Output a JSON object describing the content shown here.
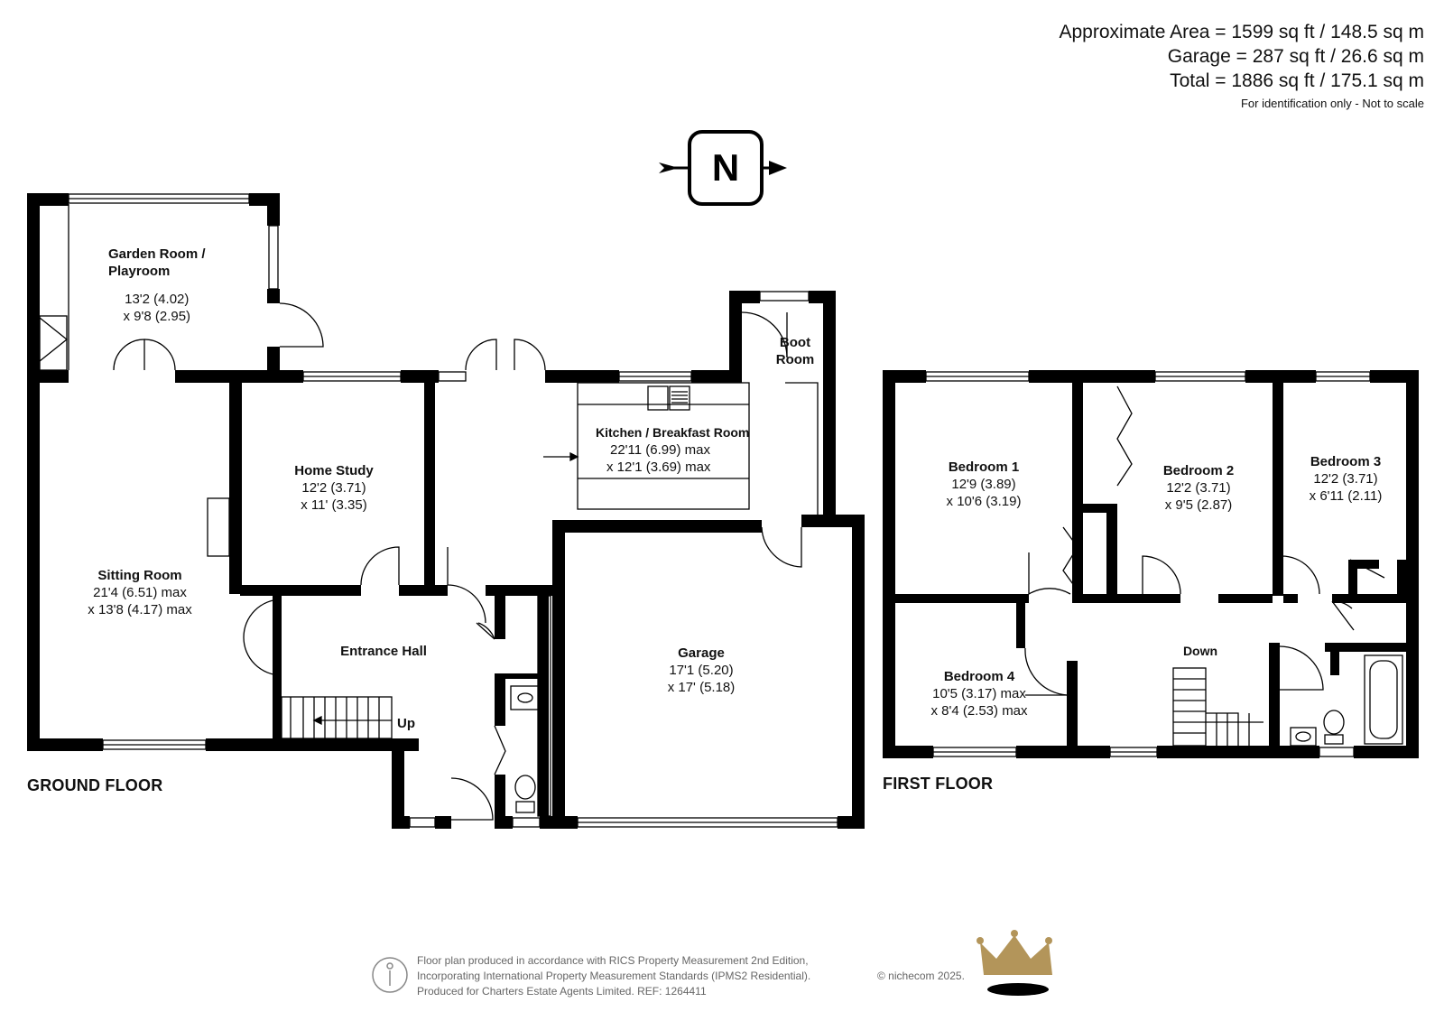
{
  "areas": {
    "approximate": "Approximate Area = 1599 sq ft / 148.5 sq m",
    "garage": "Garage = 287 sq ft / 26.6 sq m",
    "total": "Total = 1886 sq ft / 175.1 sq m",
    "note": "For identification only - Not to scale"
  },
  "compass": {
    "letter": "N"
  },
  "floors": {
    "ground": {
      "label": "GROUND FLOOR",
      "rooms": {
        "garden_room": {
          "name": "Garden Room /",
          "name2": "Playroom",
          "dim1": "13'2 (4.02)",
          "dim2": "x 9'8 (2.95)"
        },
        "sitting_room": {
          "name": "Sitting Room",
          "dim1": "21'4 (6.51) max",
          "dim2": "x 13'8 (4.17) max"
        },
        "home_study": {
          "name": "Home Study",
          "dim1": "12'2 (3.71)",
          "dim2": "x 11' (3.35)"
        },
        "kitchen": {
          "name": "Kitchen / Breakfast Room",
          "dim1": "22'11 (6.99) max",
          "dim2": "x 12'1 (3.69) max"
        },
        "boot_room": {
          "name": "Boot",
          "name2": "Room"
        },
        "entrance_hall": {
          "name": "Entrance Hall"
        },
        "garage": {
          "name": "Garage",
          "dim1": "17'1 (5.20)",
          "dim2": "x 17' (5.18)"
        },
        "stairs": {
          "label": "Up"
        }
      }
    },
    "first": {
      "label": "FIRST FLOOR",
      "rooms": {
        "bedroom1": {
          "name": "Bedroom 1",
          "dim1": "12'9 (3.89)",
          "dim2": "x 10'6 (3.19)"
        },
        "bedroom2": {
          "name": "Bedroom 2",
          "dim1": "12'2 (3.71)",
          "dim2": "x 9'5 (2.87)"
        },
        "bedroom3": {
          "name": "Bedroom 3",
          "dim1": "12'2 (3.71)",
          "dim2": "x 6'11 (2.11)"
        },
        "bedroom4": {
          "name": "Bedroom 4",
          "dim1": "10'5 (3.17) max",
          "dim2": "x 8'4 (2.53) max"
        },
        "stairs": {
          "label": "Down"
        }
      }
    }
  },
  "footer": {
    "line1": "Floor plan produced in accordance with RICS Property Measurement 2nd Edition,",
    "line2": "Incorporating International Property Measurement Standards (IPMS2 Residential).",
    "line3": "Produced for Charters Estate Agents Limited.   REF: 1264411",
    "brand": "© nichecom 2025."
  }
}
